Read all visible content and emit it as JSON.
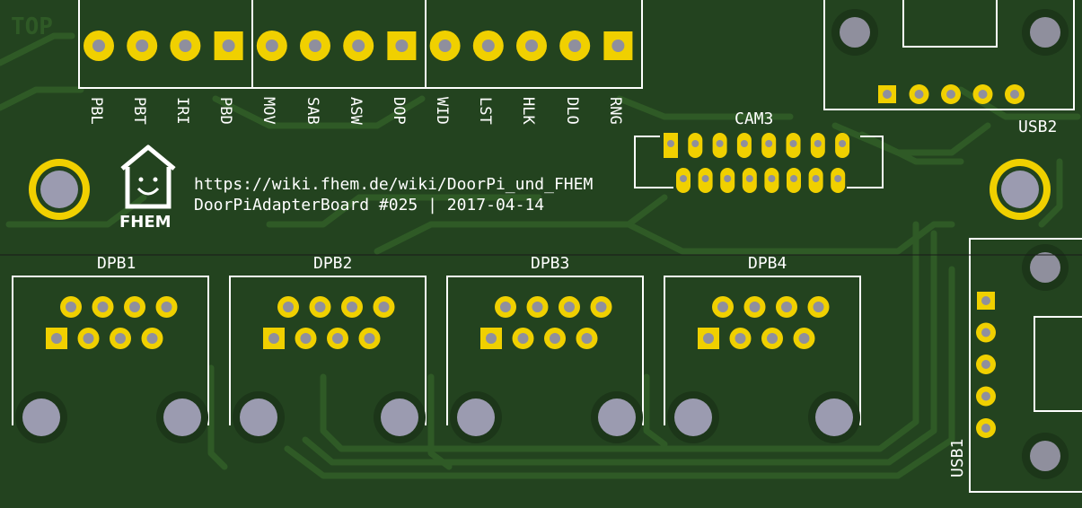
{
  "board": {
    "layer_label": "TOP",
    "url_text": "https://wiki.fhem.de/wiki/DoorPi_und_FHEM",
    "board_text": "DoorPiAdapterBoard #025 | 2017-04-14",
    "logo_text": "FHEM",
    "colors": {
      "board": "#23431f",
      "copper": "#2f5a26",
      "pad": "#f0d000",
      "silk": "#ffffff",
      "hole": "#8f8f9d"
    }
  },
  "header_pins": [
    "PBL",
    "PBT",
    "IRI",
    "PBD",
    "MOV",
    "SAB",
    "ASW",
    "DOP",
    "WID",
    "LST",
    "HLK",
    "DLO",
    "RNG"
  ],
  "connectors": {
    "cam3": "CAM3",
    "usb1": "USB1",
    "usb2": "USB2",
    "dpb": [
      "DPB1",
      "DPB2",
      "DPB3",
      "DPB4"
    ]
  }
}
